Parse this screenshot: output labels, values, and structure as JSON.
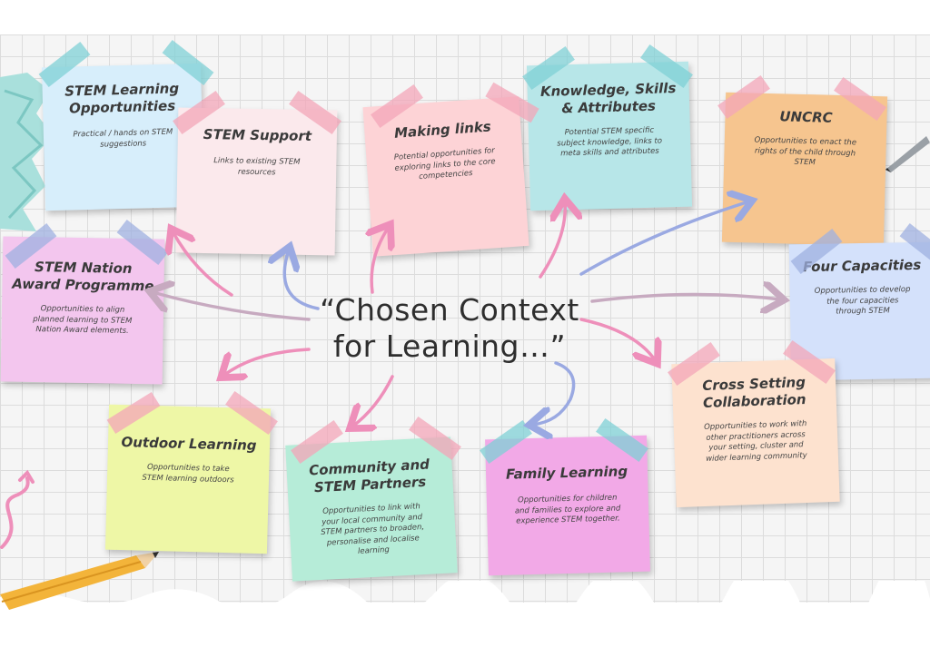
{
  "center_title": "“Chosen Context for Learning…”",
  "notes": [
    {
      "title": "STEM Learning Opportunities",
      "desc": "Practical / hands on STEM suggestions"
    },
    {
      "title": "STEM Support",
      "desc": "Links to existing STEM resources"
    },
    {
      "title": "Making links",
      "desc": "Potential opportunities for exploring links to the core competencies"
    },
    {
      "title": "Knowledge, Skills & Attributes",
      "desc": "Potential STEM specific subject knowledge, links to meta skills and attributes"
    },
    {
      "title": "UNCRC",
      "desc": "Opportunities to enact the rights of the child through STEM"
    },
    {
      "title": "STEM Nation Award Programme",
      "desc": "Opportunities to align planned learning to STEM Nation Award elements."
    },
    {
      "title": "Four Capacities",
      "desc": "Opportunities to develop the four capacities through STEM"
    },
    {
      "title": "Cross Setting Collaboration",
      "desc": "Opportunities to work with other practitioners across your setting, cluster and wider learning community"
    },
    {
      "title": "Outdoor Learning",
      "desc": "Opportunities to take STEM learning outdoors"
    },
    {
      "title": "Community and STEM Partners",
      "desc": "Opportunities to link with your local community and STEM partners to broaden, personalise and localise learning"
    },
    {
      "title": "Family Learning",
      "desc": "Opportunities for children and families to explore and experience STEM together."
    }
  ],
  "colors": {
    "blue_note": "#d7eefb",
    "pink_light": "#fbe9ec",
    "salmon": "#fdd3d6",
    "teal": "#b7e6e8",
    "orange": "#f6c58f",
    "lilac": "#f3c6ee",
    "periwinkle": "#d4e1fb",
    "peach": "#fde2cf",
    "lime": "#eef7a6",
    "mint": "#b6ecd8",
    "magenta": "#f2a9e7",
    "arrow_pink": "#ee8fba",
    "arrow_blue": "#9aa9e2",
    "arrow_mauve": "#c7aac0",
    "tape_teal": "#7fd0d6",
    "tape_pink": "#f3a6b8",
    "tape_blue": "#9fb0e0"
  }
}
